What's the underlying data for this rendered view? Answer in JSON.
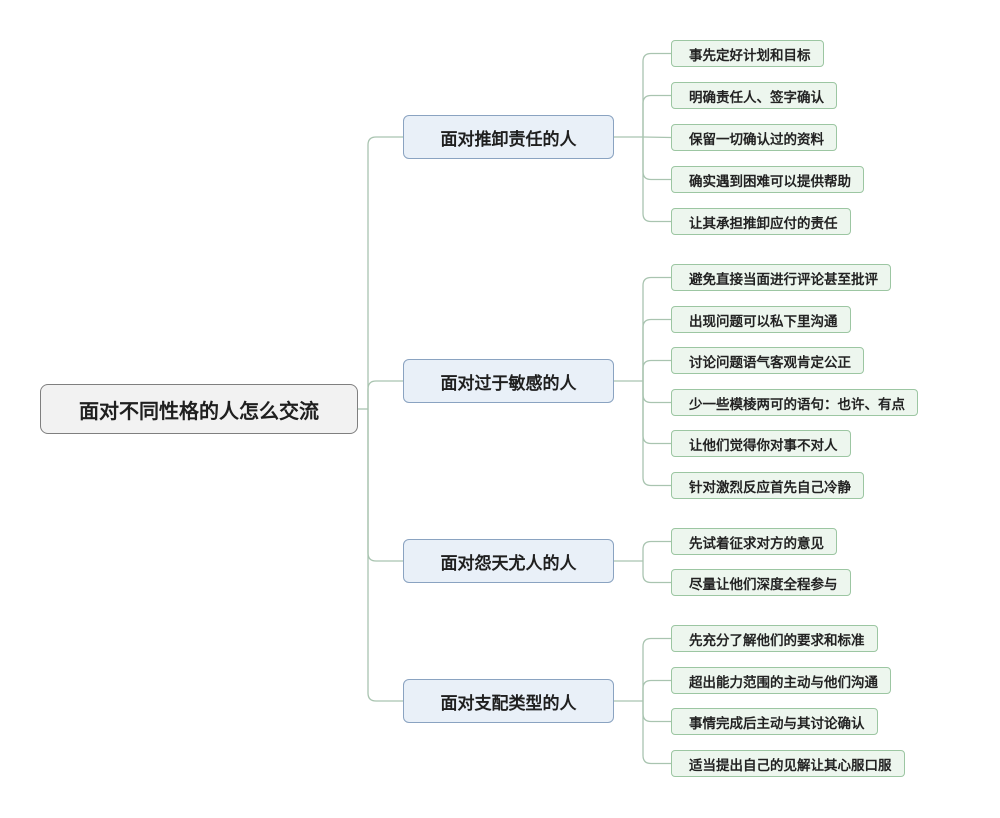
{
  "root": {
    "label": "面对不同性格的人怎么交流"
  },
  "branches": [
    {
      "label": "面对推卸责任的人",
      "items": [
        "事先定好计划和目标",
        "明确责任人、签字确认",
        "保留一切确认过的资料",
        "确实遇到困难可以提供帮助",
        "让其承担推卸应付的责任"
      ]
    },
    {
      "label": "面对过于敏感的人",
      "items": [
        "避免直接当面进行评论甚至批评",
        "出现问题可以私下里沟通",
        "讨论问题语气客观肯定公正",
        "少一些模棱两可的语句：也许、有点",
        "让他们觉得你对事不对人",
        "针对激烈反应首先自己冷静"
      ]
    },
    {
      "label": "面对怨天尤人的人",
      "items": [
        "先试着征求对方的意见",
        "尽量让他们深度全程参与"
      ]
    },
    {
      "label": "面对支配类型的人",
      "items": [
        "先充分了解他们的要求和标准",
        "超出能力范围的主动与他们沟通",
        "事情完成后主动与其讨论确认",
        "适当提出自己的见解让其心服口服"
      ]
    }
  ],
  "colors": {
    "connector": "#a9c4b0",
    "root_fill": "#f2f2f2",
    "branch_fill": "#e9f0f8",
    "leaf_fill": "#edf6ee"
  }
}
